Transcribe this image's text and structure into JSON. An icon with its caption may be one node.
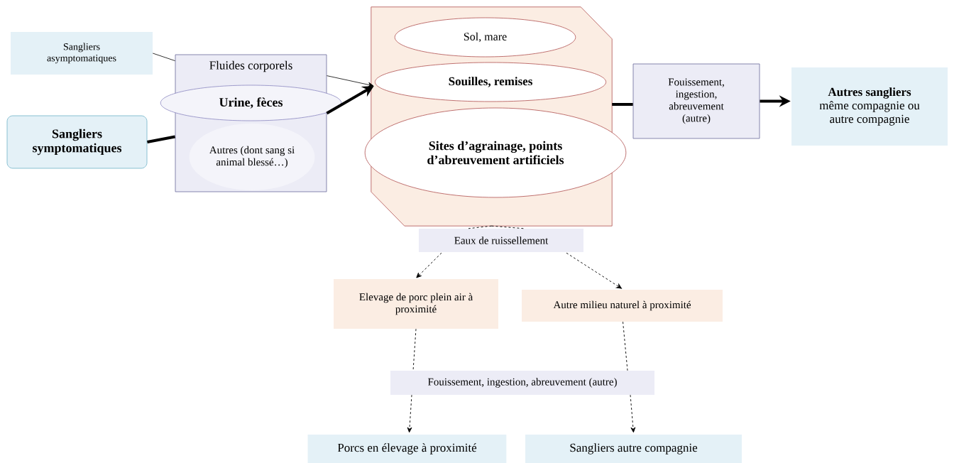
{
  "diagram": {
    "nodes": [
      {
        "text": [
          "Sangliers asymptomatiques"
        ]
      },
      {
        "text": [
          "Sangliers symptomatiques"
        ]
      },
      {
        "text": [
          "Fluides corporels"
        ]
      },
      {
        "text": [
          "Urine, fèces"
        ],
        "in": 2
      },
      {
        "text": [
          "Autres (dont sang si animal blessé…)"
        ],
        "in": 2
      },
      {
        "text": [],
        "shape": "box"
      },
      {
        "text": [
          "Sol, mare"
        ],
        "in": 5
      },
      {
        "text": [
          "Souilles, remises"
        ],
        "in": 5
      },
      {
        "text": [
          "Sites d’agrainage, points d’abreuvement artificiels"
        ],
        "in": 5
      },
      {
        "text": [
          "Fouissement, ingestion, abreuvement (autre)"
        ]
      },
      {
        "text": [
          "Autres sangliers",
          "même compagnie ou autre compagnie"
        ]
      },
      {
        "text": [
          "Eaux de ruissellement"
        ]
      },
      {
        "text": [
          "Elevage de porc plein air à proximité"
        ]
      },
      {
        "text": [
          "Autre milieu naturel à proximité"
        ]
      },
      {
        "text": [
          "Fouissement, ingestion, abreuvement (autre)"
        ]
      },
      {
        "text": [
          "Porcs en élevage à proximité"
        ]
      },
      {
        "text": [
          "Sangliers autre compagnie"
        ]
      }
    ],
    "edges": [
      {
        "from": 0,
        "to": 2,
        "arrow": "none"
      },
      {
        "from": 2,
        "to": 5,
        "arrow": "to"
      },
      {
        "from": 1,
        "to": 2,
        "arrow": "none",
        "style": "thick"
      },
      {
        "from": 2,
        "to": 5,
        "arrow": "to",
        "style": "thick"
      },
      {
        "from": 5,
        "to": 9,
        "arrow": "none",
        "style": "thick"
      },
      {
        "from": 9,
        "to": 10,
        "arrow": "to",
        "style": "thick"
      },
      {
        "from": 5,
        "to": 11,
        "arrow": "none",
        "style": "dashed"
      },
      {
        "from": 5,
        "to": 11,
        "arrow": "none",
        "style": "dashed"
      },
      {
        "from": 11,
        "to": 12,
        "arrow": "to",
        "style": "dashed"
      },
      {
        "from": 11,
        "to": 13,
        "arrow": "to",
        "style": "dashed"
      },
      {
        "from": 12,
        "to": 14,
        "arrow": "none",
        "style": "dashed"
      },
      {
        "from": 13,
        "to": 14,
        "arrow": "none",
        "style": "dashed"
      },
      {
        "from": 14,
        "to": 15,
        "arrow": "to",
        "style": "dashed"
      },
      {
        "from": 14,
        "to": 16,
        "arrow": "to",
        "style": "dashed"
      }
    ]
  }
}
